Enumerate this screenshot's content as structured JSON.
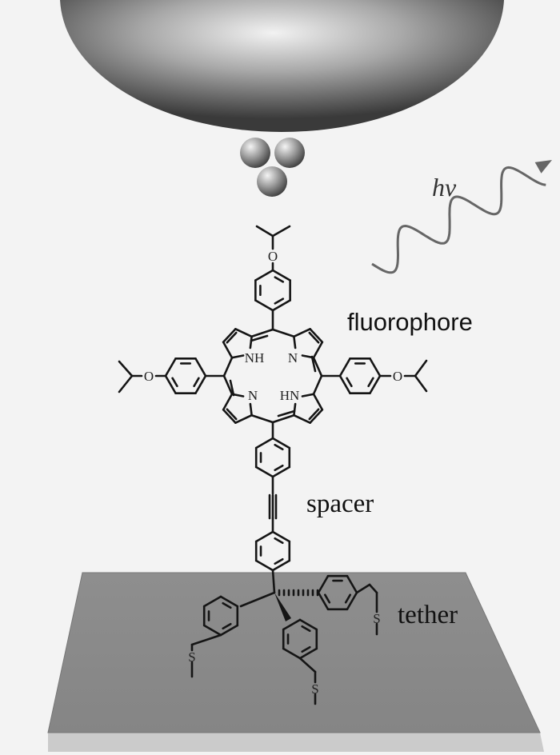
{
  "labels": {
    "photon": "hv",
    "fluorophore": "fluorophore",
    "spacer": "spacer",
    "tether": "tether"
  },
  "atoms": {
    "oxygen": "O",
    "sulfur": "S",
    "pyrrole_nh_1": "NH",
    "pyrrole_n_1": "N",
    "pyrrole_n_2": "N",
    "pyrrole_hn_2": "HN"
  },
  "colors": {
    "background": "#f3f3f3",
    "substrate": "#8c8c8c",
    "substrate_edge": "#c9c9c9",
    "tip_dark": "#3a3a3a",
    "tip_light": "#f0f0f0",
    "wave": "#666666"
  }
}
